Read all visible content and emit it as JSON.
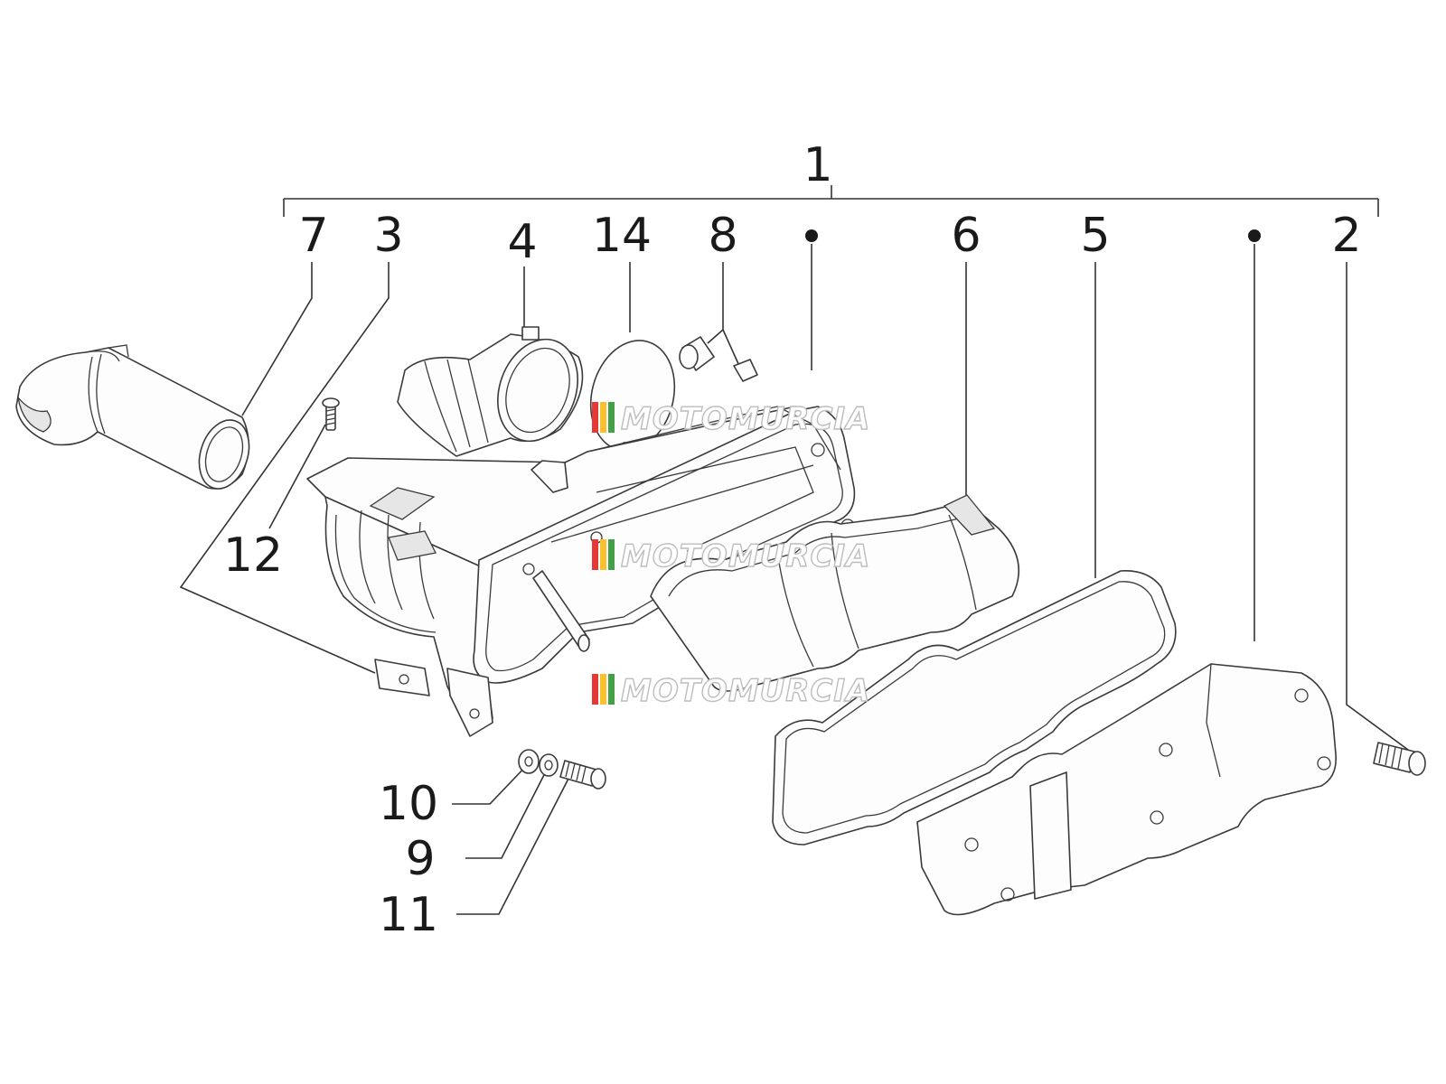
{
  "callouts": {
    "c1": "1",
    "c2": "2",
    "c3": "3",
    "c4": "4",
    "c5": "5",
    "c6": "6",
    "c7": "7",
    "c8": "8",
    "c9": "9",
    "c10": "10",
    "c11": "11",
    "c12": "12",
    "c14": "14"
  },
  "watermark": {
    "text": "MOTOMURCIA",
    "stripe_colors": [
      "#e53935",
      "#fbc02d",
      "#43a047"
    ]
  },
  "colors": {
    "line": "#333333",
    "background": "#ffffff"
  }
}
